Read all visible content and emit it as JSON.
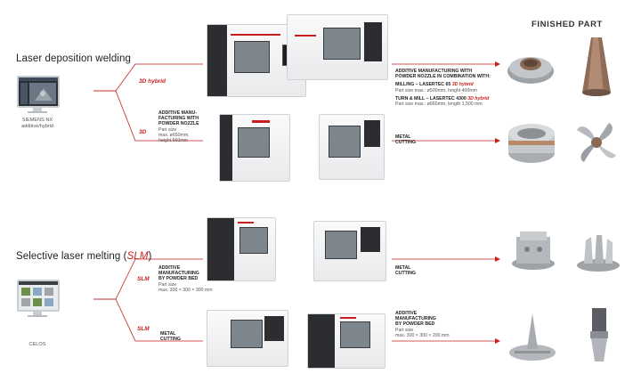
{
  "header": {
    "finished_part": "FINISHED PART"
  },
  "section1": {
    "title": "Laser deposition welding",
    "software": {
      "line1": "SIEMENS NX",
      "line2": "additive/hybrid"
    },
    "branch_a": {
      "tag": "3D hybrid",
      "desc": {
        "head1": "ADDITIVE MANUFACTURING WITH",
        "head2": "POWDER NOZZLE IN COMBINATION WITH:",
        "m1_prefix": "MILLING – LASERTEC 65 ",
        "m1_suffix": "3D hybrid",
        "m1_size": "Part size max.: ø500mm, height 400mm",
        "m2_prefix": "TURN & MILL – LASERTEC 4300 ",
        "m2_suffix": "3D hybrid",
        "m2_size": "Part size max.: ø660mm, length 1,500 mm"
      }
    },
    "branch_b": {
      "tag": "3D",
      "desc": [
        "ADDITIVE MANU-",
        "FACTURING WITH",
        "POWDER NOZZLE"
      ],
      "size": [
        "Part size",
        "max. ø650mm,",
        "height 560mm"
      ],
      "cut": [
        "METAL",
        "CUTTING"
      ]
    }
  },
  "section2": {
    "title_prefix": "Selective laser melting (",
    "title_tag": "SLM",
    "title_suffix": ")",
    "software": {
      "line1": "CELOS"
    },
    "branch_a": {
      "tag": "SLM",
      "desc": [
        "ADDITIVE",
        "MANUFACTURING",
        "BY POWDER BED"
      ],
      "size": [
        "Part size",
        "max. 300 × 300 × 300 mm"
      ],
      "cut": [
        "METAL",
        "CUTTING"
      ]
    },
    "branch_b": {
      "tag": "SLM",
      "cut": [
        "METAL",
        "CUTTING"
      ],
      "desc": [
        "ADDITIVE",
        "MANUFACTURING",
        "BY POWDER BED"
      ],
      "size": [
        "Part size",
        "max. 300 × 300 × 200 mm"
      ]
    }
  },
  "colors": {
    "accent": "#c8201e",
    "text": "#333333",
    "machine": "#eceeef"
  }
}
